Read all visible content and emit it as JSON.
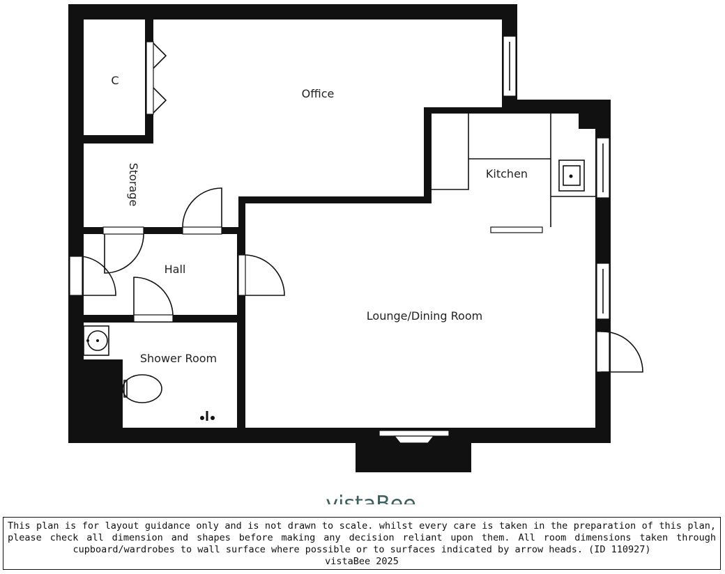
{
  "rooms": {
    "office": "Office",
    "cupboard": "C",
    "storage": "Storage",
    "kitchen": "Kitchen",
    "hall": "Hall",
    "lounge": "Lounge/Dining Room",
    "shower": "Shower Room"
  },
  "logo": "vistaBee",
  "disclaimer": {
    "text": "This plan is for layout guidance only and is not drawn to scale. whilst every care is taken in the preparation of this plan, please check all dimension and shapes before making any decision reliant upon them. All room dimensions taken through cupboard/wardrobes to wall surface where possible or to surfaces indicated by arrow heads. (ID 110927)",
    "brand": "vistaBee 2025"
  }
}
